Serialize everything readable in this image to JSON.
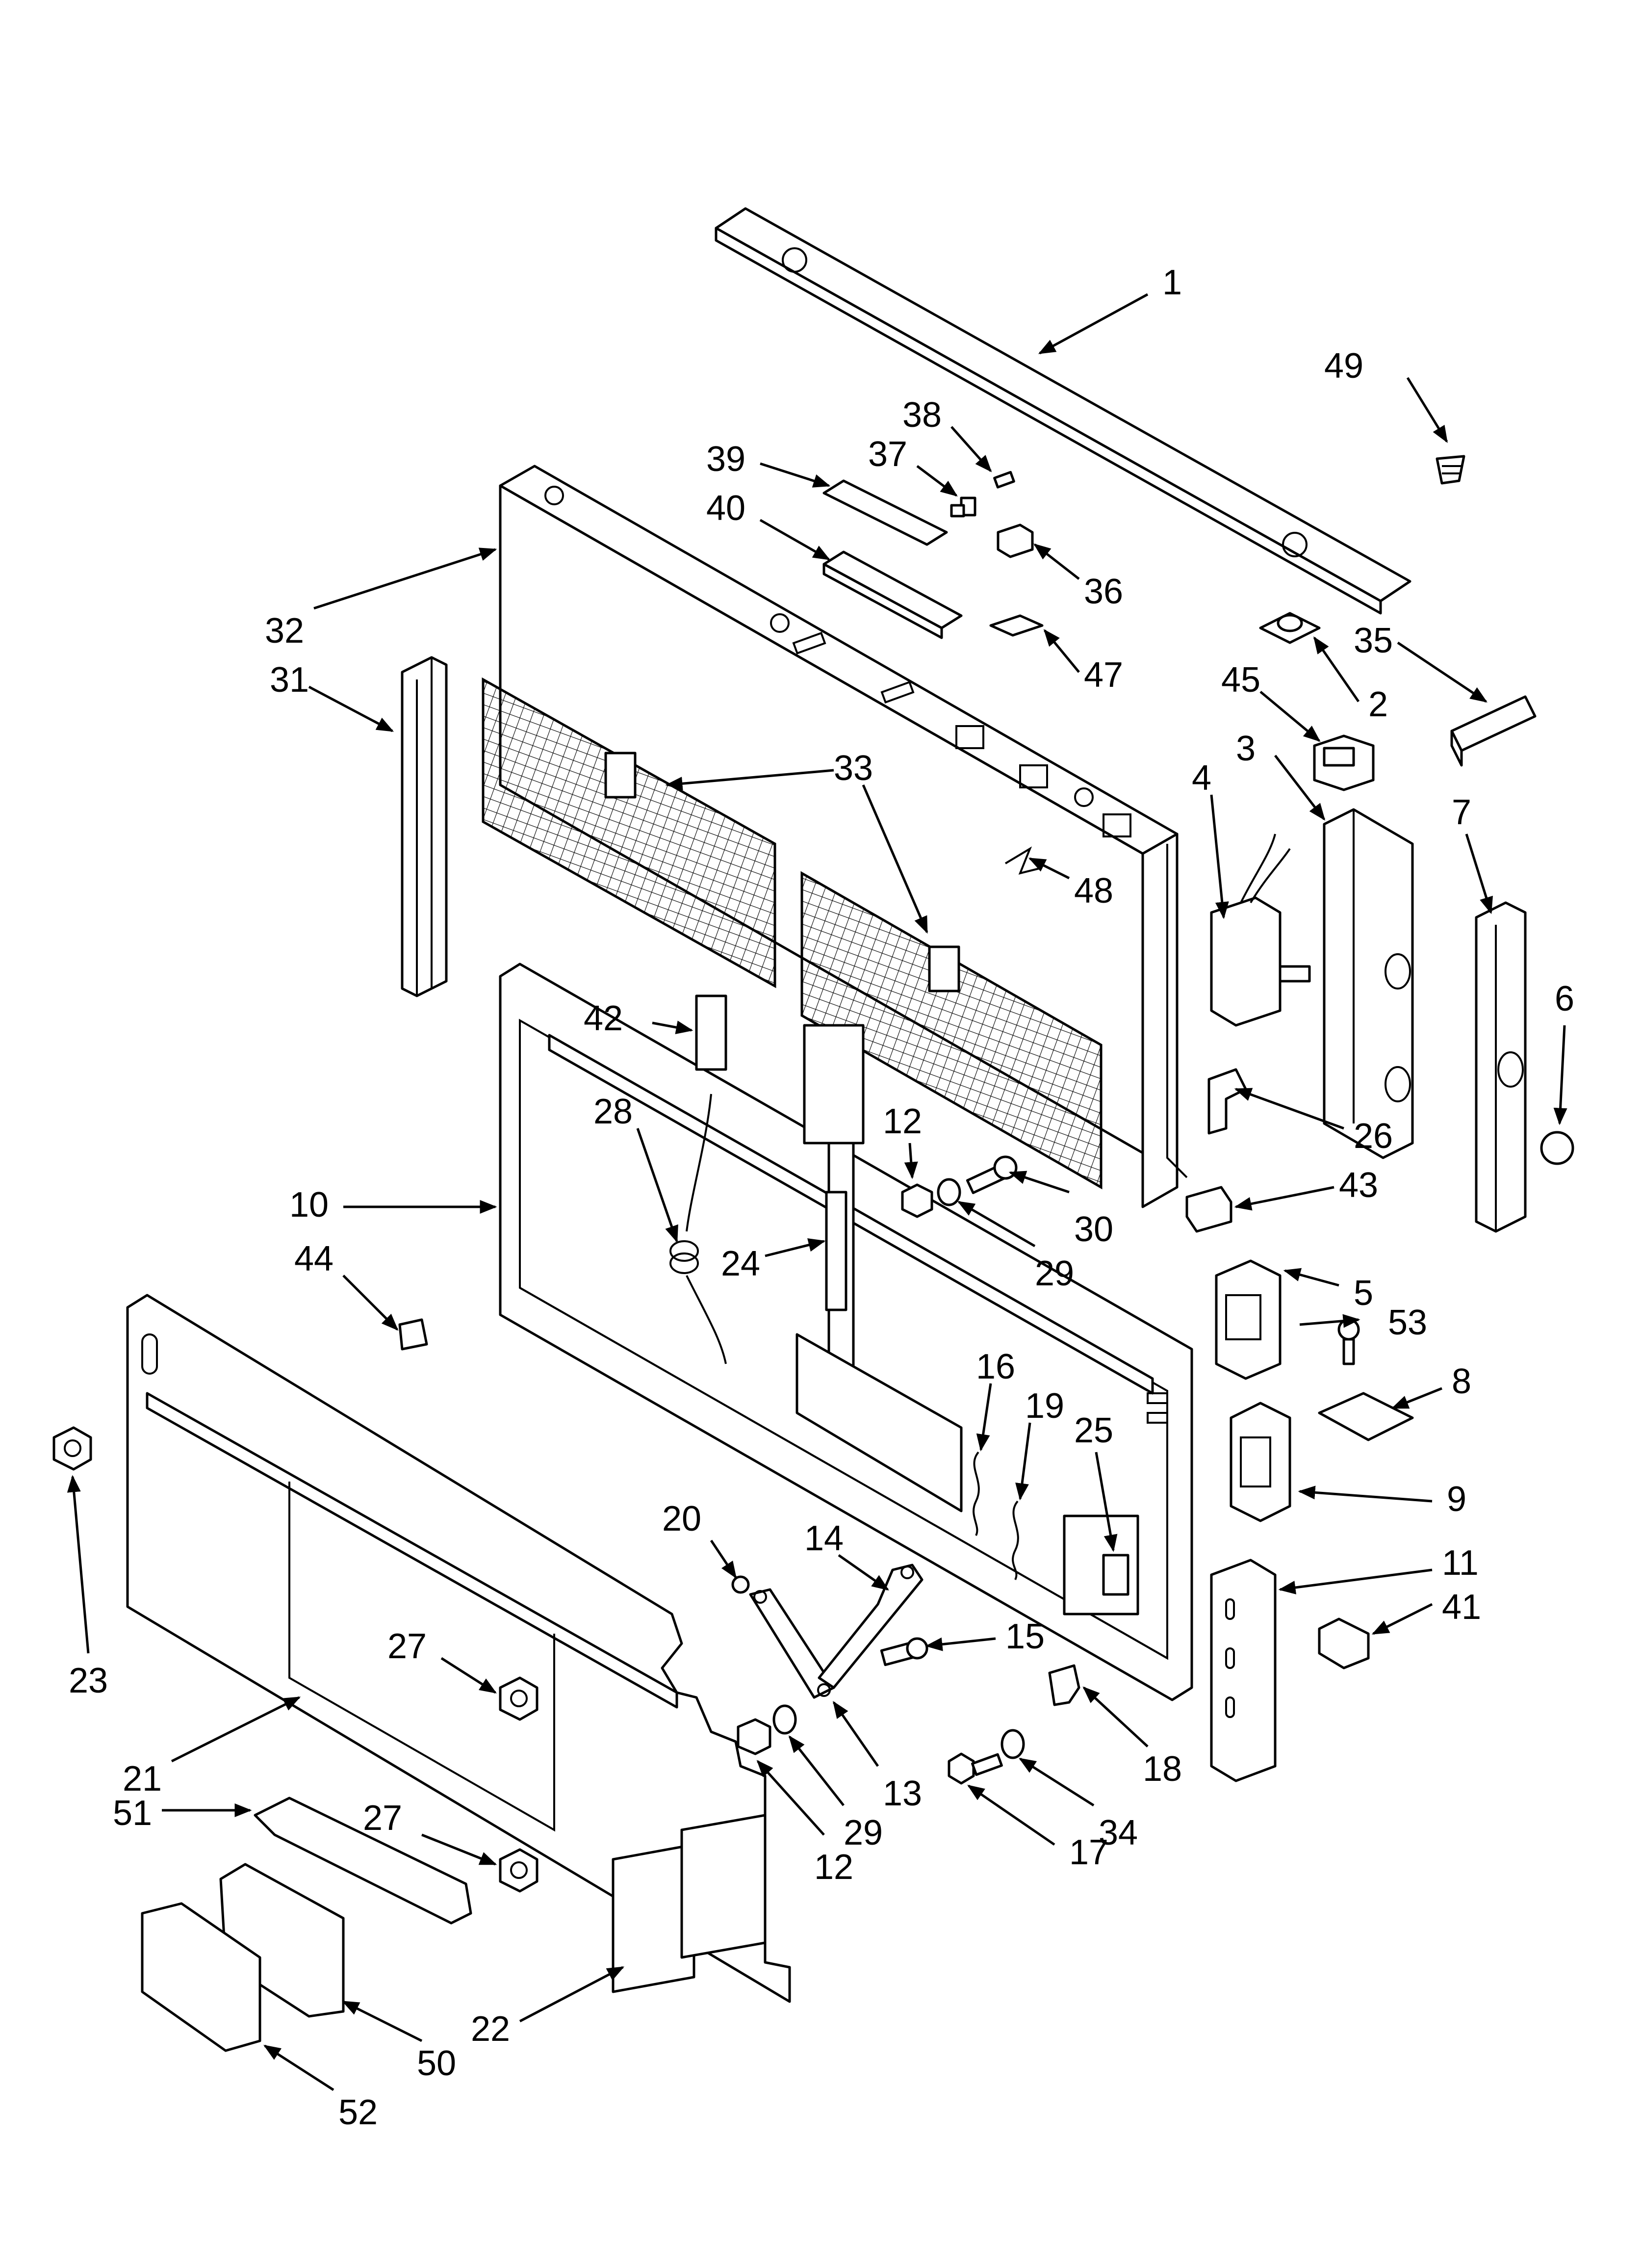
{
  "callouts": [
    {
      "id": "label-1",
      "text": "1"
    },
    {
      "id": "label-2",
      "text": "2"
    },
    {
      "id": "label-3",
      "text": "3"
    },
    {
      "id": "label-4",
      "text": "4"
    },
    {
      "id": "label-5",
      "text": "5"
    },
    {
      "id": "label-6",
      "text": "6"
    },
    {
      "id": "label-7",
      "text": "7"
    },
    {
      "id": "label-8",
      "text": "8"
    },
    {
      "id": "label-9",
      "text": "9"
    },
    {
      "id": "label-10",
      "text": "10"
    },
    {
      "id": "label-11",
      "text": "11"
    },
    {
      "id": "label-12a",
      "text": "12"
    },
    {
      "id": "label-12b",
      "text": "12"
    },
    {
      "id": "label-13",
      "text": "13"
    },
    {
      "id": "label-14",
      "text": "14"
    },
    {
      "id": "label-15",
      "text": "15"
    },
    {
      "id": "label-16",
      "text": "16"
    },
    {
      "id": "label-17",
      "text": "17"
    },
    {
      "id": "label-18",
      "text": "18"
    },
    {
      "id": "label-19",
      "text": "19"
    },
    {
      "id": "label-20",
      "text": "20"
    },
    {
      "id": "label-21",
      "text": "21"
    },
    {
      "id": "label-22",
      "text": "22"
    },
    {
      "id": "label-23",
      "text": "23"
    },
    {
      "id": "label-24",
      "text": "24"
    },
    {
      "id": "label-25",
      "text": "25"
    },
    {
      "id": "label-26",
      "text": "26"
    },
    {
      "id": "label-27a",
      "text": "27"
    },
    {
      "id": "label-27b",
      "text": "27"
    },
    {
      "id": "label-28",
      "text": "28"
    },
    {
      "id": "label-29a",
      "text": "29"
    },
    {
      "id": "label-29b",
      "text": "29"
    },
    {
      "id": "label-30",
      "text": "30"
    },
    {
      "id": "label-31",
      "text": "31"
    },
    {
      "id": "label-32",
      "text": "32"
    },
    {
      "id": "label-33",
      "text": "33"
    },
    {
      "id": "label-34",
      "text": "34"
    },
    {
      "id": "label-35",
      "text": "35"
    },
    {
      "id": "label-36",
      "text": "36"
    },
    {
      "id": "label-37",
      "text": "37"
    },
    {
      "id": "label-38",
      "text": "38"
    },
    {
      "id": "label-39",
      "text": "39"
    },
    {
      "id": "label-40",
      "text": "40"
    },
    {
      "id": "label-41",
      "text": "41"
    },
    {
      "id": "label-42",
      "text": "42"
    },
    {
      "id": "label-43",
      "text": "43"
    },
    {
      "id": "label-44",
      "text": "44"
    },
    {
      "id": "label-45",
      "text": "45"
    },
    {
      "id": "label-47",
      "text": "47"
    },
    {
      "id": "label-48",
      "text": "48"
    },
    {
      "id": "label-49",
      "text": "49"
    },
    {
      "id": "label-50",
      "text": "50"
    },
    {
      "id": "label-51",
      "text": "51"
    },
    {
      "id": "label-52",
      "text": "52"
    },
    {
      "id": "label-53",
      "text": "53"
    }
  ]
}
